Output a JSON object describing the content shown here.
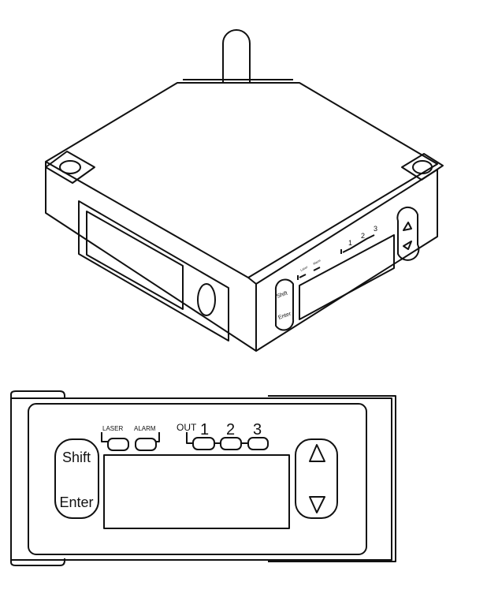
{
  "iso_view": {
    "laser_label": "Laser",
    "alarm_label": "Alarm",
    "out_numbers": [
      "1",
      "2",
      "3"
    ],
    "shift_label": "Shift",
    "enter_label": "Enter"
  },
  "front_view": {
    "laser_label": "LASER",
    "alarm_label": "ALARM",
    "out_label": "OUT",
    "out_numbers": [
      "1",
      "2",
      "3"
    ],
    "shift_label": "Shift",
    "enter_label": "Enter"
  }
}
